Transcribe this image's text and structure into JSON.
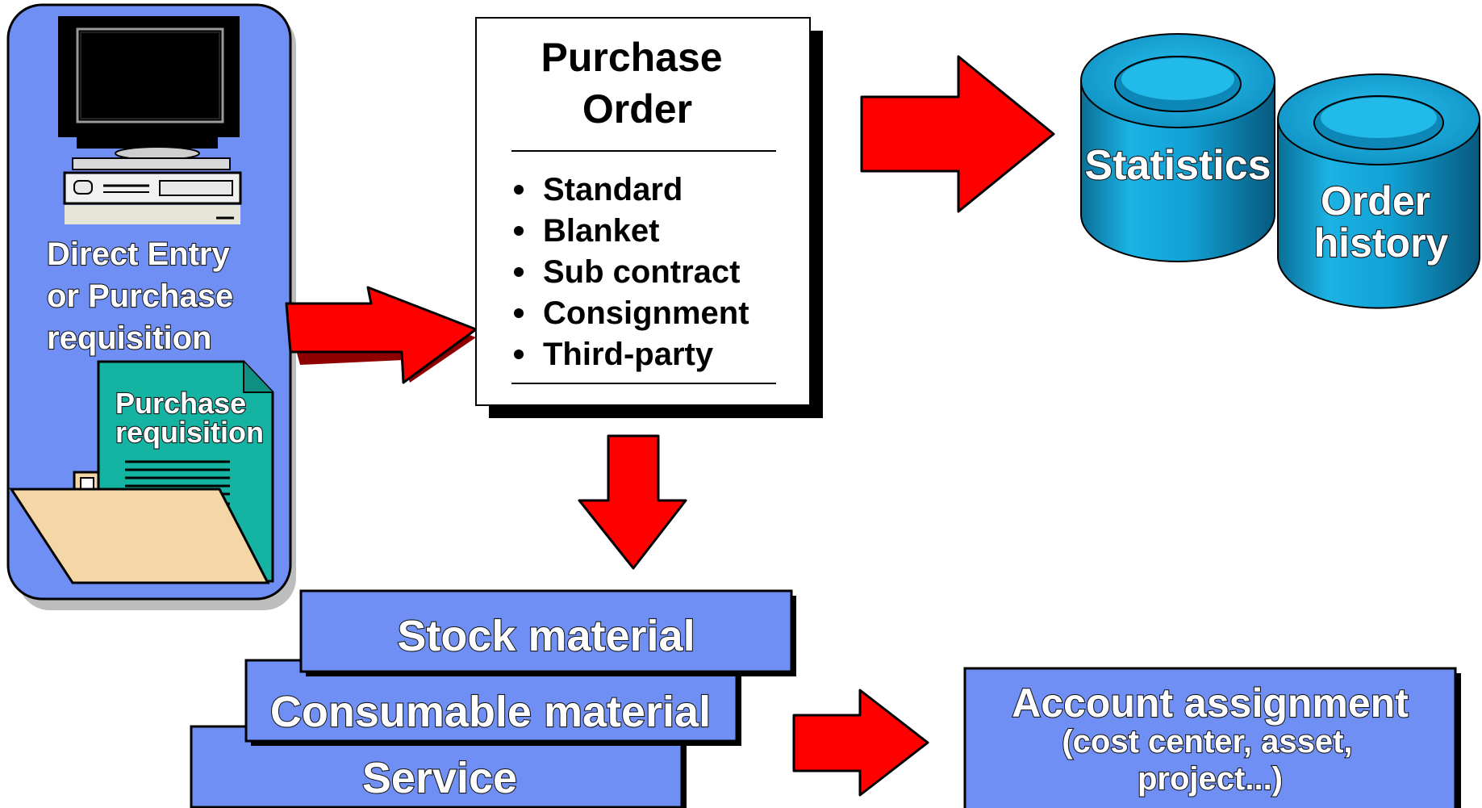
{
  "source_panel": {
    "label_lines": [
      "Direct Entry",
      "or Purchase",
      "requisition"
    ],
    "document_label_lines": [
      "Purchase",
      "requisition"
    ]
  },
  "purchase_order": {
    "title_lines": [
      "Purchase",
      "Order"
    ],
    "types": [
      "Standard",
      "Blanket",
      "Sub contract",
      "Consignment",
      "Third-party"
    ]
  },
  "databases": {
    "statistics": "Statistics",
    "order_history_lines": [
      "Order",
      "history"
    ]
  },
  "items": [
    "Stock material",
    "Consumable material",
    "Service"
  ],
  "account_assignment": {
    "title": "Account assignment",
    "detail_lines": [
      "(cost center, asset,",
      "project...)"
    ]
  },
  "colors": {
    "panel_blue": "#6f8ff5",
    "arrow_red": "#ff0000",
    "database_cyan": "#16a7d8",
    "document_teal": "#14b3a2",
    "folder_tan": "#f5d7a7"
  },
  "icons": [
    "computer-icon",
    "document-icon",
    "folder-icon",
    "database-icon",
    "arrow-right-icon",
    "arrow-down-icon"
  ]
}
